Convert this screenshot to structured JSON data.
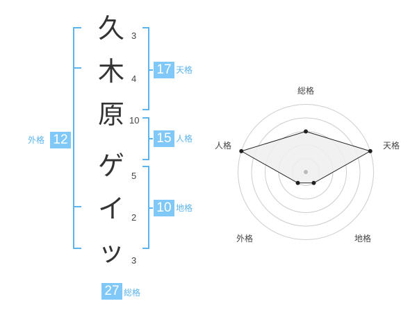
{
  "name": {
    "characters": [
      {
        "char": "久",
        "strokes": "3"
      },
      {
        "char": "木",
        "strokes": "4"
      },
      {
        "char": "原",
        "strokes": "10"
      },
      {
        "char": "ゲ",
        "strokes": "5"
      },
      {
        "char": "イ",
        "strokes": "2"
      },
      {
        "char": "ッ",
        "strokes": "3"
      }
    ]
  },
  "fortune": {
    "tenkaku": {
      "value": "17",
      "label": "天格"
    },
    "jinkaku": {
      "value": "15",
      "label": "人格"
    },
    "chikaku": {
      "value": "10",
      "label": "地格"
    },
    "gaikaku": {
      "value": "12",
      "label": "外格"
    },
    "soukaku": {
      "value": "27",
      "label": "総格"
    }
  },
  "radar": {
    "axes": [
      "総格",
      "天格",
      "地格",
      "外格",
      "人格"
    ],
    "levels": 5,
    "values": [
      3,
      5,
      1,
      1,
      5
    ],
    "colors": {
      "fill": "#eeeeee",
      "line": "#222222",
      "ring": "#cccccc",
      "center": "#bbbbbb"
    }
  },
  "colors": {
    "accent": "#7fc8f8",
    "bracket": "#5bb4ee",
    "text": "#333333"
  }
}
